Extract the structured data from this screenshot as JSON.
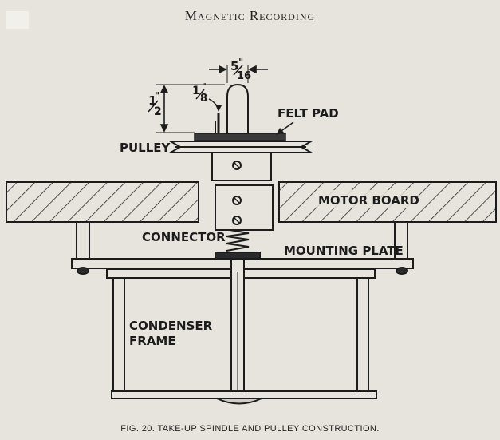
{
  "header": {
    "title": "Magnetic Recording"
  },
  "labels": {
    "felt_pad": "FELT PAD",
    "pulley": "PULLEY",
    "motor_board": "MOTOR BOARD",
    "connector": "CONNECTOR",
    "mounting_plate": "MOUNTING PLATE",
    "condenser_frame_line1": "CONDENSER",
    "condenser_frame_line2": "FRAME"
  },
  "dimensions": {
    "width_num": "5",
    "width_den": "16",
    "width_unit": "\"",
    "height_num": "1",
    "height_den": "2",
    "height_unit": "\"",
    "gap_num": "1",
    "gap_den": "8",
    "gap_unit": "\""
  },
  "caption": "FIG. 20.   TAKE-UP SPINDLE AND PULLEY CONSTRUCTION."
}
